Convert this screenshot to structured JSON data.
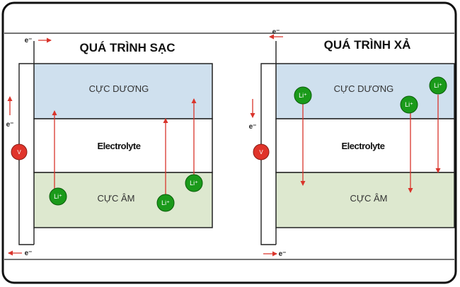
{
  "panels": [
    {
      "title": "QUÁ TRÌNH SẠC",
      "positive_electrode": "CỰC DƯƠNG",
      "electrolyte": "Electrolyte",
      "negative_electrode": "CỰC ÂM",
      "voltmeter": "V",
      "electron": "e⁻",
      "ion": "Li⁺"
    },
    {
      "title": "QUÁ TRÌNH XẢ",
      "positive_electrode": "CỰC DƯƠNG",
      "electrolyte": "Electrolyte",
      "negative_electrode": "CỰC ÂM",
      "voltmeter": "V",
      "electron": "e⁻",
      "ion": "Li⁺"
    }
  ],
  "colors": {
    "positive_fill": "#cfe0ee",
    "negative_fill": "#dde8cf",
    "ion_fill": "#1a9a1a",
    "arrow": "#d9342b",
    "voltmeter_fill": "#e0342b"
  }
}
